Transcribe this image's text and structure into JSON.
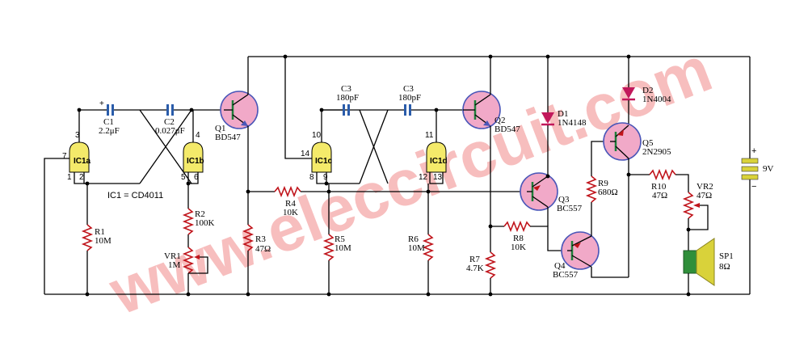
{
  "watermark": "www.eleccircuit.com",
  "ic_note": "IC1 = CD4011",
  "components": {
    "c1": {
      "name": "C1",
      "value": "2.2μF"
    },
    "c2": {
      "name": "C2",
      "value": "0.027μF"
    },
    "c3a": {
      "name": "C3",
      "value": "180pF"
    },
    "c3b": {
      "name": "C3",
      "value": "180pF"
    },
    "q1": {
      "name": "Q1",
      "part": "BD547"
    },
    "q2": {
      "name": "Q2",
      "part": "BD547"
    },
    "q3": {
      "name": "Q3",
      "part": "BC557"
    },
    "q4": {
      "name": "Q4",
      "part": "BC557"
    },
    "q5": {
      "name": "Q5",
      "part": "2N2905"
    },
    "d1": {
      "name": "D1",
      "part": "1N4148"
    },
    "d2": {
      "name": "D2",
      "part": "1N4004"
    },
    "r1": {
      "name": "R1",
      "value": "10M"
    },
    "r2": {
      "name": "R2",
      "value": "100K"
    },
    "r3": {
      "name": "R3",
      "value": "47Ω"
    },
    "r4": {
      "name": "R4",
      "value": "10K"
    },
    "r5": {
      "name": "R5",
      "value": "10M"
    },
    "r6": {
      "name": "R6",
      "value": "10M"
    },
    "r7": {
      "name": "R7",
      "value": "4.7K"
    },
    "r8": {
      "name": "R8",
      "value": "10K"
    },
    "r9": {
      "name": "R9",
      "value": "680Ω"
    },
    "r10": {
      "name": "R10",
      "value": "47Ω"
    },
    "vr1": {
      "name": "VR1",
      "value": "1M"
    },
    "vr2": {
      "name": "VR2",
      "value": "47Ω"
    },
    "sp1": {
      "name": "SP1",
      "value": "8Ω"
    },
    "battery": {
      "value": "9V",
      "plus": "+",
      "minus": "−"
    }
  },
  "gates": {
    "ic1a": {
      "label": "IC1a",
      "pins": [
        "7",
        "3",
        "1",
        "2"
      ]
    },
    "ic1b": {
      "label": "IC1b",
      "pins": [
        "4",
        "5",
        "6"
      ]
    },
    "ic1c": {
      "label": "IC1c",
      "pins": [
        "10",
        "14",
        "8",
        "9"
      ]
    },
    "ic1d": {
      "label": "IC1d",
      "pins": [
        "11",
        "12",
        "13"
      ]
    }
  },
  "colors": {
    "resistor": "#c0141b",
    "capacitor": "#2a5caa",
    "gate_fill": "#f4ea6a",
    "transistor_fill": "#f1a9c8",
    "transistor_stroke": "#4a56b8",
    "diode": "#c2185b",
    "speaker_fill": "#d9d23a",
    "speaker_body": "#2f8f3a",
    "battery_fill": "#d9d23a"
  }
}
